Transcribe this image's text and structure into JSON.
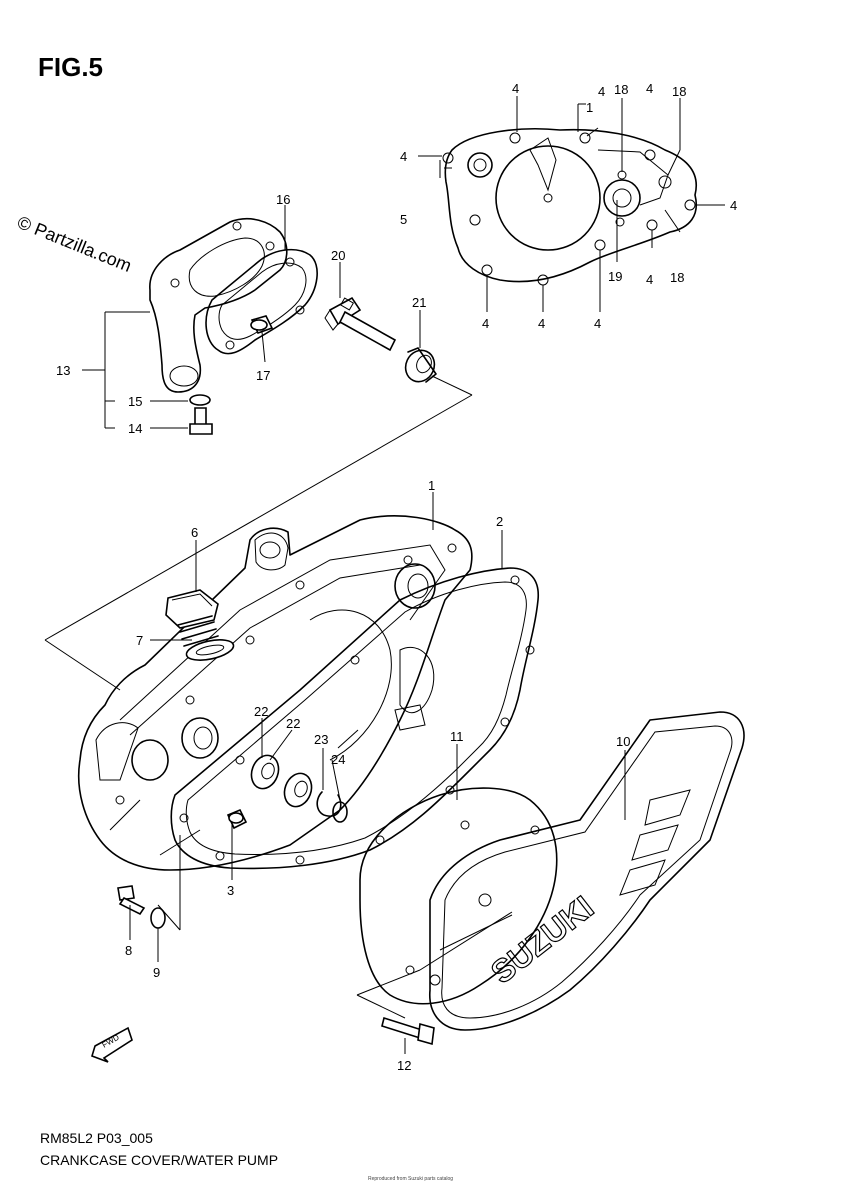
{
  "figure": {
    "title": "FIG.5",
    "watermark": "© Partzilla.com",
    "model_code": "RM85L2 P03_005",
    "caption": "CRANKCASE COVER/WATER PUMP",
    "fine_print": "Reproduced from Suzuki parts catalog"
  },
  "callouts": {
    "c1": "1",
    "c1b": "1",
    "c2": "2",
    "c3": "3",
    "c4a": "4",
    "c4b": "4",
    "c4c": "4",
    "c4d": "4",
    "c4e": "4",
    "c4f": "4",
    "c4g": "4",
    "c4h": "4",
    "c4i": "4",
    "c5": "5",
    "c6": "6",
    "c7": "7",
    "c8": "8",
    "c9": "9",
    "c10": "10",
    "c11": "11",
    "c12": "12",
    "c13": "13",
    "c14": "14",
    "c15": "15",
    "c16": "16",
    "c17": "17",
    "c18a": "18",
    "c18b": "18",
    "c18c": "18",
    "c19": "19",
    "c20": "20",
    "c21": "21",
    "c22a": "22",
    "c22b": "22",
    "c23": "23",
    "c24": "24"
  },
  "badges": {
    "fwd": "FWD",
    "brand": "SUZUKI"
  }
}
